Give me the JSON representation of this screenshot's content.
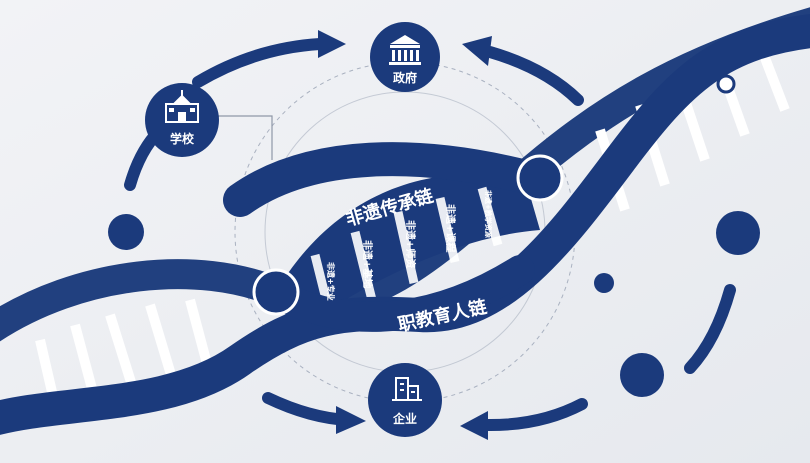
{
  "colors": {
    "navy": "#1b3a7c",
    "navy_dark": "#132c63",
    "background": "#eceef2",
    "ring": "#9aa3b3"
  },
  "nodes": {
    "government": {
      "label": "政府",
      "icon": "government-building-icon"
    },
    "school": {
      "label": "学校",
      "icon": "school-building-icon"
    },
    "enterprise": {
      "label": "企业",
      "icon": "enterprise-building-icon"
    }
  },
  "strands": {
    "top": "非遗传承链",
    "bottom": "职教育人链"
  },
  "rungs": [
    "非遗+专业",
    "非遗+基地",
    "非遗+师资",
    "非遗+课程",
    "非遗+教学资源"
  ]
}
